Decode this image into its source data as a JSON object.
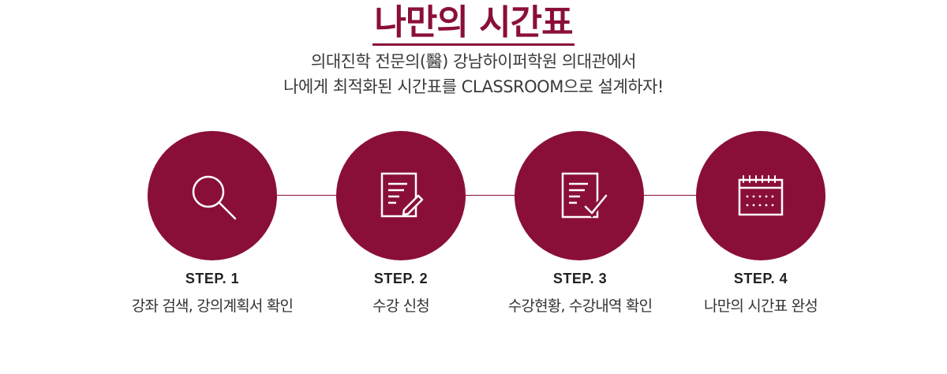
{
  "header": {
    "title": "나만의 시간표",
    "subtitle_line1": "의대진학 전문의(醫) 강남하이퍼학원 의대관에서",
    "subtitle_line2": "나에게 최적화된 시간표를 CLASSROOM으로 설계하자!"
  },
  "theme": {
    "accent": "#8a0f38"
  },
  "steps": [
    {
      "label": "STEP. 1",
      "description": "강좌 검색, 강의계획서 확인",
      "icon": "search-icon"
    },
    {
      "label": "STEP. 2",
      "description": "수강 신청",
      "icon": "document-edit-icon"
    },
    {
      "label": "STEP. 3",
      "description": "수강현황, 수강내역 확인",
      "icon": "document-check-icon"
    },
    {
      "label": "STEP. 4",
      "description": "나만의 시간표 완성",
      "icon": "calendar-icon"
    }
  ]
}
